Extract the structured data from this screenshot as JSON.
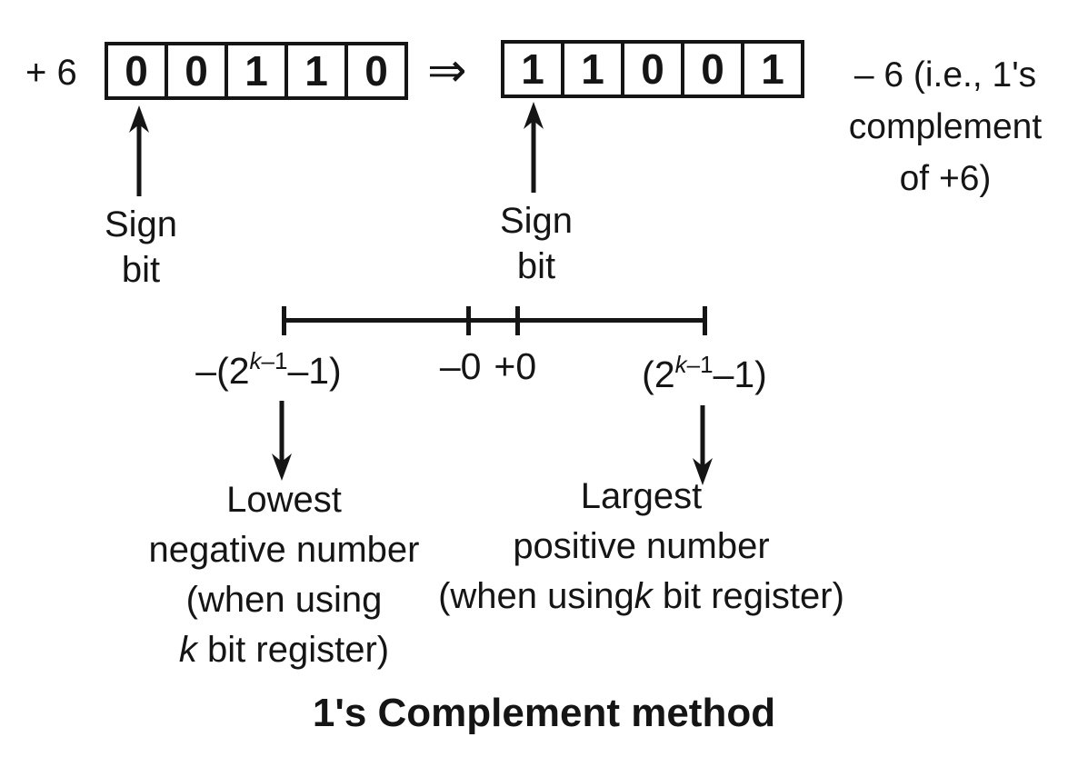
{
  "top": {
    "plus6_label": "+ 6",
    "left_bits": [
      "0",
      "0",
      "1",
      "1",
      "0"
    ],
    "implies_symbol": "⇒",
    "right_bits": [
      "1",
      "1",
      "0",
      "0",
      "1"
    ],
    "minus6_note_line1": "– 6 (i.e., 1's",
    "minus6_note_line2": "complement",
    "minus6_note_line3": "of +6)"
  },
  "sign_bit_left": {
    "line1": "Sign",
    "line2": "bit"
  },
  "sign_bit_right": {
    "line1": "Sign",
    "line2": "bit"
  },
  "number_line": {
    "left_formula": {
      "open": "–(2",
      "sup_k": "k",
      "sup_rest": "–1",
      "close": "–1)"
    },
    "neg_zero": "–0",
    "pos_zero": "+0",
    "right_formula": {
      "open": "(2",
      "sup_k": "k",
      "sup_rest": "–1",
      "close": "–1)"
    }
  },
  "lowest_note": {
    "line1": "Lowest",
    "line2": "negative number",
    "line3": "(when using",
    "line4_k": "k",
    "line4_rest": " bit register)"
  },
  "largest_note": {
    "line1": "Largest",
    "line2": "positive number",
    "line3_pre": "(when using",
    "line3_k": "k",
    "line3_rest": " bit register)"
  },
  "caption": "1's Complement method",
  "colors": {
    "ink": "#151515",
    "background": "#ffffff"
  }
}
